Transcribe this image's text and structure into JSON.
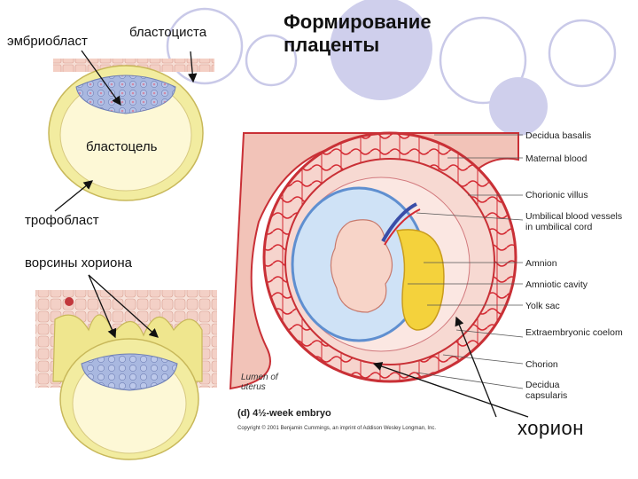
{
  "title": {
    "line1": "Формирование",
    "line2": "плаценты"
  },
  "labels_ru": {
    "embryoblast": "эмбриобласт",
    "blastocyst": "бластоциста",
    "blastocoel": "бластоцель",
    "trophoblast": "трофобласт",
    "chorionic_villi": "ворсины хориона",
    "chorion": "хорион"
  },
  "labels_en": [
    "Decidua basalis",
    "Maternal blood",
    "Chorionic villus",
    "Umbilical blood vessels in umbilical cord",
    "Amnion",
    "Amniotic cavity",
    "Yolk sac",
    "Extraembryonic coelom",
    "Chorion",
    "Decidua capsularis"
  ],
  "lumen_label": "Lumen of uterus",
  "figure_caption": "(d) 4½-week embryo",
  "copyright": "Copyright © 2001 Benjamin Cummings, an imprint of Addison Wesley Longman, Inc.",
  "colors": {
    "circle_outline": "#c9c9e8",
    "circle_fill": "#cfcfec",
    "trophoblast_yellow": "#f2eca0",
    "cavity_cream": "#fdf8d6",
    "embryoblast_blue": "#a9b8e0",
    "uterus_red": "#d42a33",
    "tissue_pink": "#f3c8c0",
    "amnion_blue": "#9ec3ea",
    "yolk_yellow": "#f4d23c"
  }
}
